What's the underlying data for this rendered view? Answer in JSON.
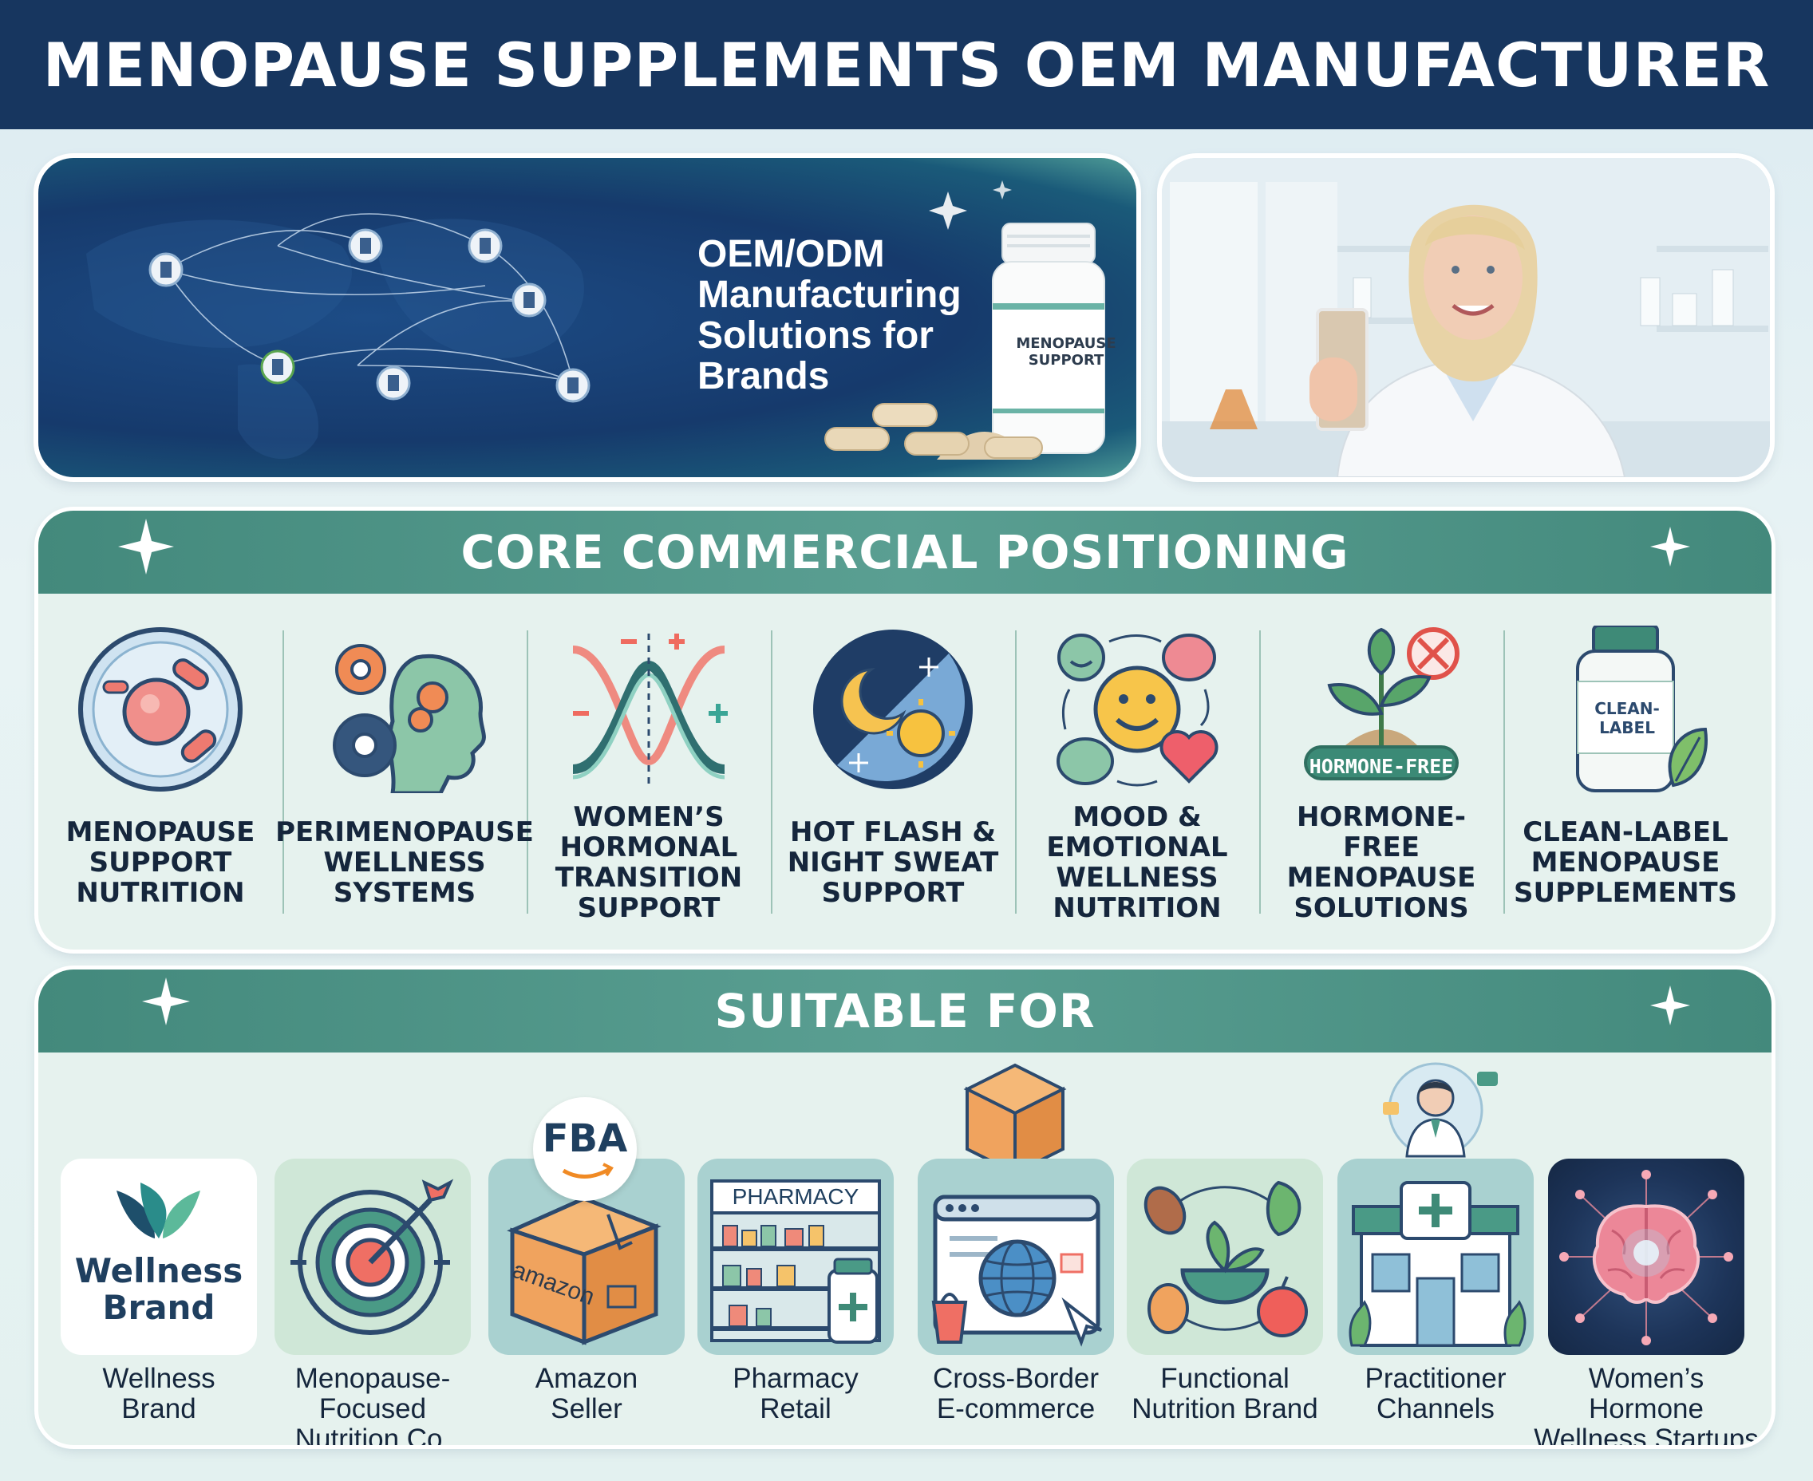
{
  "header": {
    "title": "MENOPAUSE SUPPLEMENTS OEM MANUFACTURER"
  },
  "hero": {
    "headline_lines": [
      "OEM/ODM",
      "Manufacturing",
      "Solutions for",
      "Brands"
    ],
    "bottle_label_lines": [
      "MENOPAUSE",
      "SUPPORT"
    ]
  },
  "core": {
    "title": "CORE COMMERCIAL POSITIONING",
    "items": [
      {
        "label": "MENOPAUSE SUPPORT NUTRITION",
        "icon": "cell-icon"
      },
      {
        "label": "PERIMENOPAUSE WELLNESS SYSTEMS",
        "icon": "gears-head-icon"
      },
      {
        "label": "WOMEN’S HORMONAL TRANSITION SUPPORT",
        "icon": "hormone-wave-icon"
      },
      {
        "label": "HOT FLASH & NIGHT SWEAT SUPPORT",
        "icon": "day-night-icon"
      },
      {
        "label": "MOOD & EMOTIONAL WELLNESS NUTRITION",
        "icon": "mood-cycle-icon"
      },
      {
        "label": "HORMONE-FREE MENOPAUSE SOLUTIONS",
        "icon": "plant-icon",
        "badge": "HORMONE-FREE"
      },
      {
        "label": "CLEAN-LABEL MENOPAUSE SUPPLEMENTS",
        "icon": "clean-bottle-icon",
        "badge": "CLEAN-LABEL"
      }
    ]
  },
  "suitable": {
    "title": "SUITABLE FOR",
    "items": [
      {
        "label_lines": [
          "Wellness",
          "Brand"
        ],
        "icon": "wellness-logo-icon",
        "logo_text_lines": [
          "Wellness",
          "Brand"
        ]
      },
      {
        "label_lines": [
          "Menopause-Focused",
          "Nutrition Co."
        ],
        "icon": "target-icon"
      },
      {
        "label_lines": [
          "Amazon",
          "Seller"
        ],
        "icon": "amazon-box-icon",
        "badge": "FBA",
        "box_text": "amazon"
      },
      {
        "label_lines": [
          "Pharmacy",
          "Retail"
        ],
        "icon": "pharmacy-icon",
        "sign": "PHARMACY"
      },
      {
        "label_lines": [
          "Cross-Border",
          "E-commerce"
        ],
        "icon": "globe-browser-icon"
      },
      {
        "label_lines": [
          "Functional",
          "Nutrition Brand"
        ],
        "icon": "food-bowl-icon"
      },
      {
        "label_lines": [
          "Practitioner",
          "Channels"
        ],
        "icon": "clinic-icon"
      },
      {
        "label_lines": [
          "Women’s Hormone",
          "Wellness Startups"
        ],
        "icon": "brain-glow-icon"
      }
    ]
  },
  "colors": {
    "navy": "#17365f",
    "teal": "#4b9386",
    "panel": "#e6f2ee",
    "text": "#15263c"
  }
}
